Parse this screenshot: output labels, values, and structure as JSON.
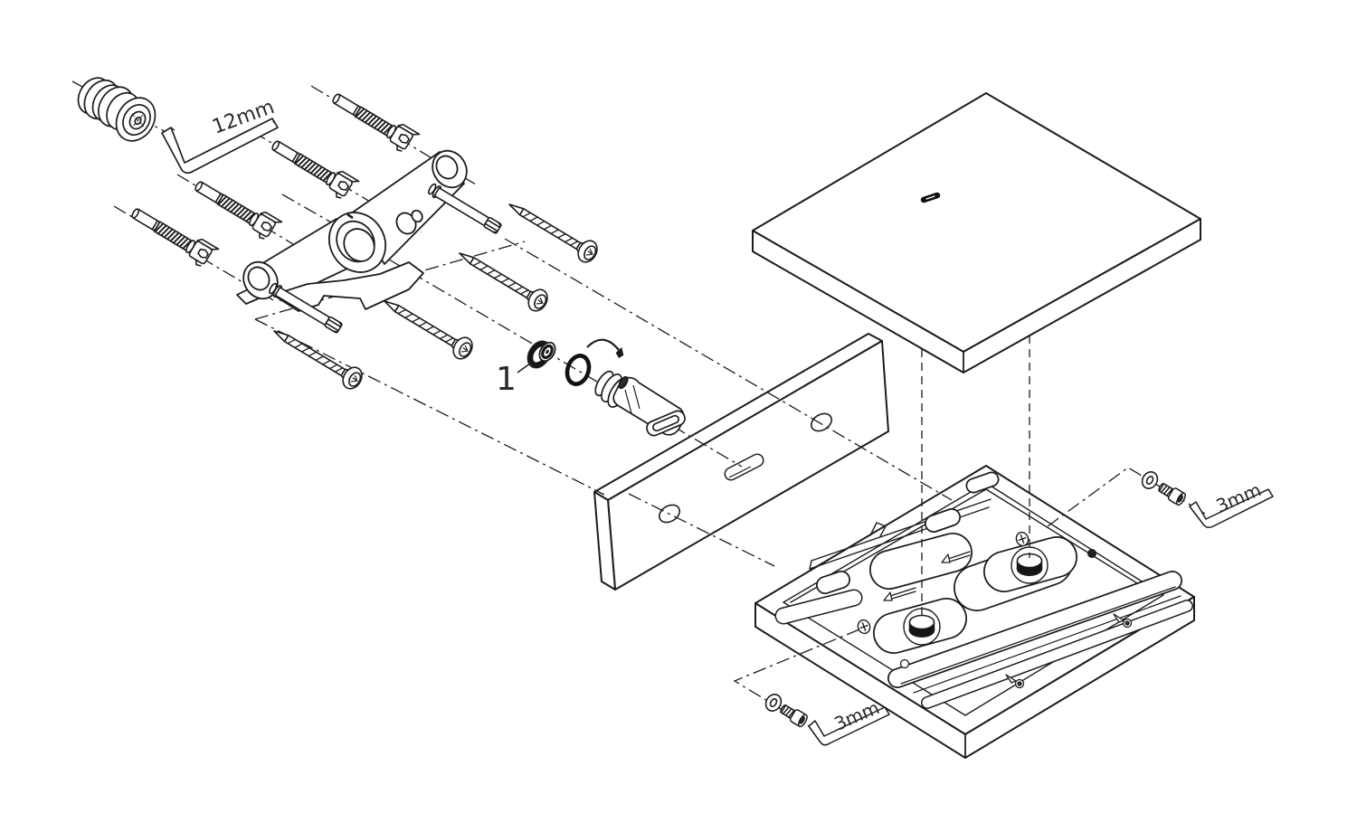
{
  "figure": {
    "background_color": "#ffffff",
    "line_color": "#1c1c1c",
    "labels": {
      "hex_key_large": "12mm",
      "callout_1": "1",
      "hex_key_small_right": "3mm",
      "hex_key_small_bottom": "3mm"
    }
  }
}
